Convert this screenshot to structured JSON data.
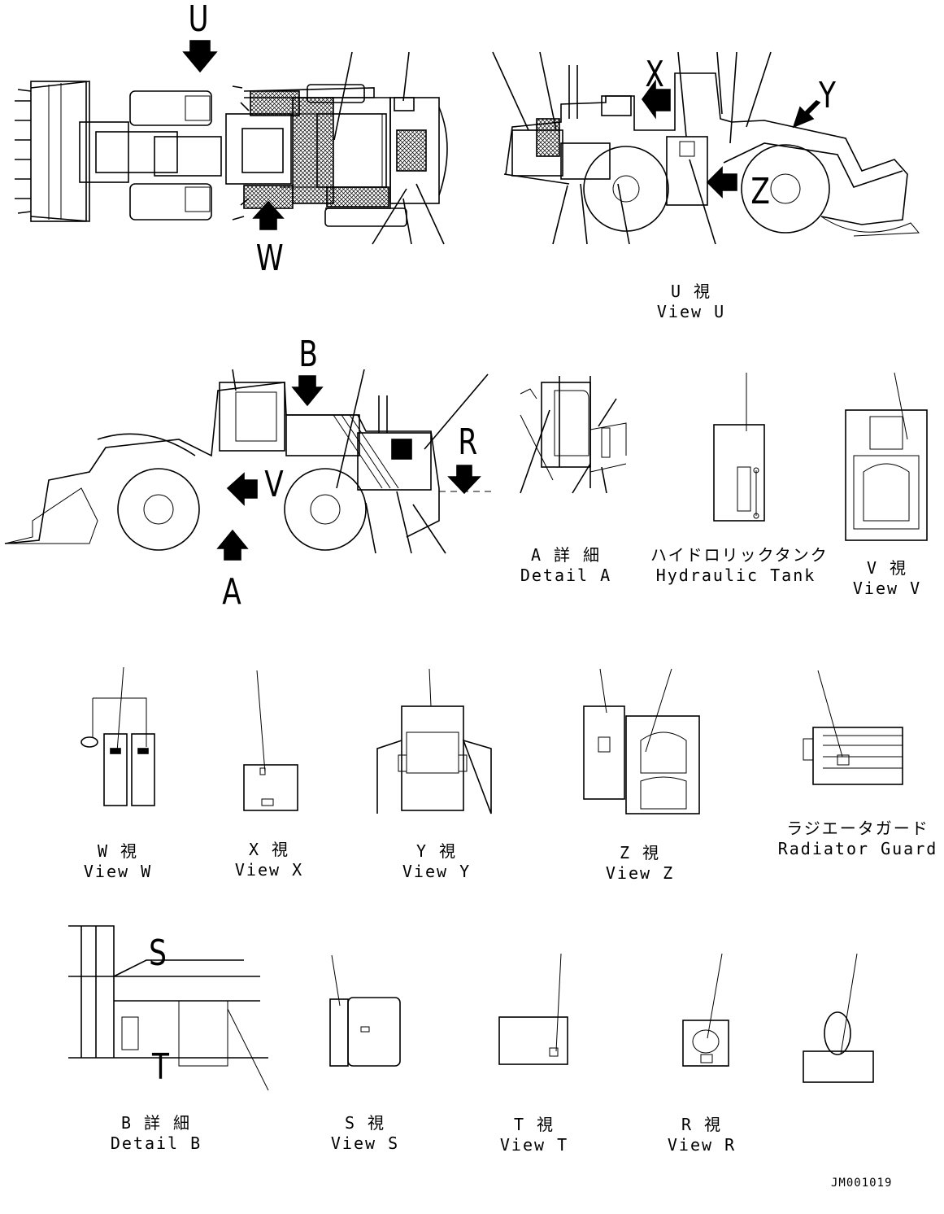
{
  "view_letters": {
    "u": "U",
    "w": "W",
    "x": "X",
    "y": "Y",
    "z": "Z",
    "b": "B",
    "r": "R",
    "v": "V",
    "a": "A",
    "s": "S",
    "t": "T"
  },
  "captions": {
    "view_u": {
      "jp": "U 視",
      "en": "View U"
    },
    "detail_a": {
      "jp": "A 詳 細",
      "en": "Detail A"
    },
    "hydraulic_tank": {
      "jp": "ハイドロリックタンク",
      "en": "Hydraulic Tank"
    },
    "view_v": {
      "jp": "V 視",
      "en": "View V"
    },
    "view_w": {
      "jp": "W 視",
      "en": "View W"
    },
    "view_x": {
      "jp": "X 視",
      "en": "View X"
    },
    "view_y": {
      "jp": "Y 視",
      "en": "View Y"
    },
    "view_z": {
      "jp": "Z 視",
      "en": "View Z"
    },
    "radiator_guard": {
      "jp": "ラジエータガード",
      "en": "Radiator Guard"
    },
    "detail_b": {
      "jp": "B 詳 細",
      "en": "Detail B"
    },
    "view_s": {
      "jp": "S 視",
      "en": "View S"
    },
    "view_t": {
      "jp": "T 視",
      "en": "View T"
    },
    "view_r": {
      "jp": "R 視",
      "en": "View R"
    }
  },
  "drawing_code": "JM001019"
}
